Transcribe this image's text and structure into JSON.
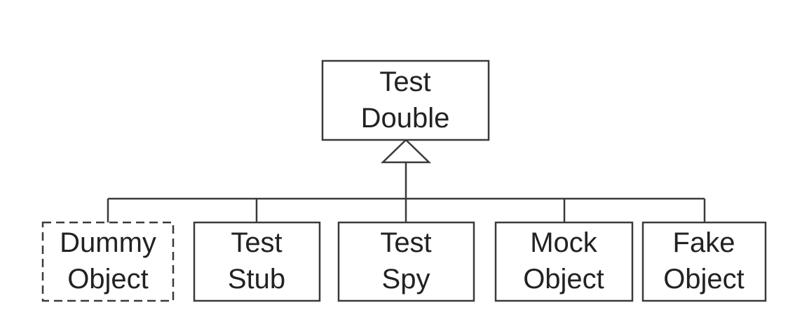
{
  "diagram": {
    "root": {
      "line1": "Test",
      "line2": "Double",
      "style": "solid"
    },
    "children": [
      {
        "line1": "Dummy",
        "line2": "Object",
        "style": "dashed"
      },
      {
        "line1": "Test",
        "line2": "Stub",
        "style": "solid"
      },
      {
        "line1": "Test",
        "line2": "Spy",
        "style": "solid"
      },
      {
        "line1": "Mock",
        "line2": "Object",
        "style": "solid"
      },
      {
        "line1": "Fake",
        "line2": "Object",
        "style": "solid"
      }
    ],
    "relationship": "generalization",
    "colors": {
      "stroke": "#3a3a3a",
      "text": "#222222",
      "background": "#ffffff"
    }
  }
}
